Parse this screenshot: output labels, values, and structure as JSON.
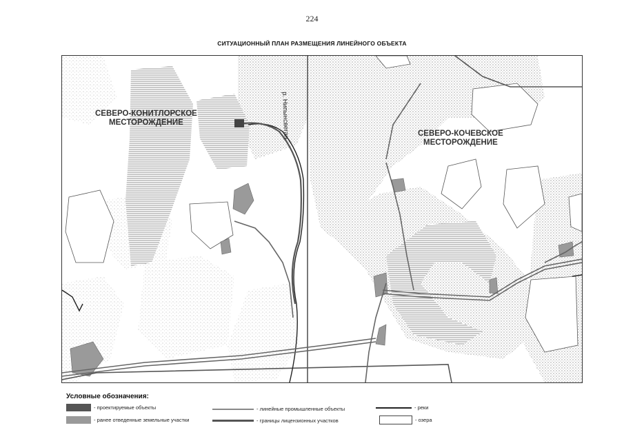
{
  "page_number": "224",
  "title": "СИТУАЦИОННЫЙ ПЛАН РАЗМЕЩЕНИЯ ЛИНЕЙНОГО ОБЪЕКТА",
  "map": {
    "fields": [
      {
        "line1": "СЕВЕРО-КОНИТЛОРСКОЕ",
        "line2": "МЕСТОРОЖДЕНИЕ"
      },
      {
        "line1": "СЕВЕРО-КОЧЕВСКОЕ",
        "line2": "МЕСТОРОЖДЕНИЕ"
      }
    ],
    "river_label": "р. Нипынсвеган"
  },
  "legend": {
    "title": "Условные обозначения:",
    "items": [
      {
        "symbol": "planned-objects",
        "label": "- проектируемые объекты",
        "color": "#555555"
      },
      {
        "symbol": "allocated-land",
        "label": "- ранее отведенные земельные участки",
        "color": "#9a9a9a"
      },
      {
        "symbol": "linear-industrial",
        "label": "- линейные промышленные объекты",
        "color": "#888888"
      },
      {
        "symbol": "license-boundary",
        "label": "- границы лицензионных участков",
        "color": "#555555"
      },
      {
        "symbol": "river",
        "label": "- реки",
        "color": "#222222"
      },
      {
        "symbol": "lake",
        "label": "- озера",
        "color": "#ffffff"
      }
    ]
  }
}
